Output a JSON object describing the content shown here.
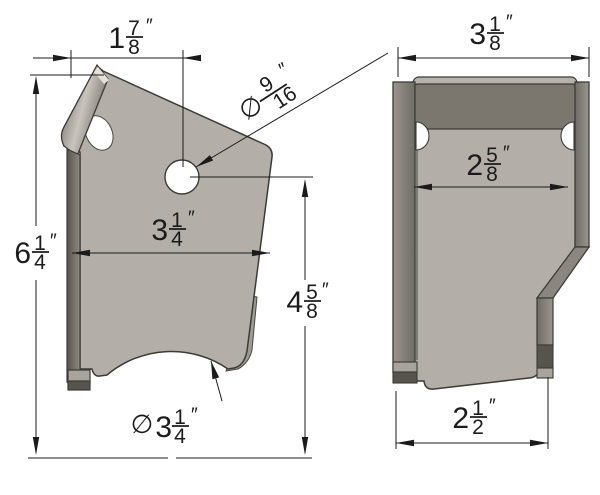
{
  "drawing": {
    "kind": "technical_drawing_two_views",
    "dims": {
      "front_top_offset": {
        "whole": "1",
        "num": "7",
        "den": "8",
        "unit": "″"
      },
      "front_hole_dia": {
        "prefix": "∅",
        "num": "9",
        "den": "16",
        "unit": "″"
      },
      "front_width": {
        "whole": "3",
        "num": "1",
        "den": "4",
        "unit": "″"
      },
      "front_height": {
        "whole": "6",
        "num": "1",
        "den": "4",
        "unit": "″"
      },
      "front_hole_to_bottom": {
        "whole": "4",
        "num": "5",
        "den": "8",
        "unit": "″"
      },
      "front_arc_dia": {
        "prefix": "∅",
        "whole": "3",
        "num": "1",
        "den": "4",
        "unit": "″"
      },
      "side_top_width": {
        "whole": "3",
        "num": "1",
        "den": "8",
        "unit": "″"
      },
      "side_inner_width": {
        "whole": "2",
        "num": "5",
        "den": "8",
        "unit": "″"
      },
      "side_bottom_width": {
        "whole": "2",
        "num": "1",
        "den": "2",
        "unit": "″"
      }
    },
    "colors": {
      "background": "#ffffff",
      "plate_light": "#b3afa8",
      "plate_shadow": "#9f9b94",
      "flange_dark": "#7b776f",
      "rail_gray": "#8b8780",
      "foot_light": "#a8a49d",
      "foot_dark": "#57544e",
      "hole_white": "#ffffff",
      "edge_outline": "#3c3b38",
      "dim_color": "#1b1b1b"
    }
  }
}
